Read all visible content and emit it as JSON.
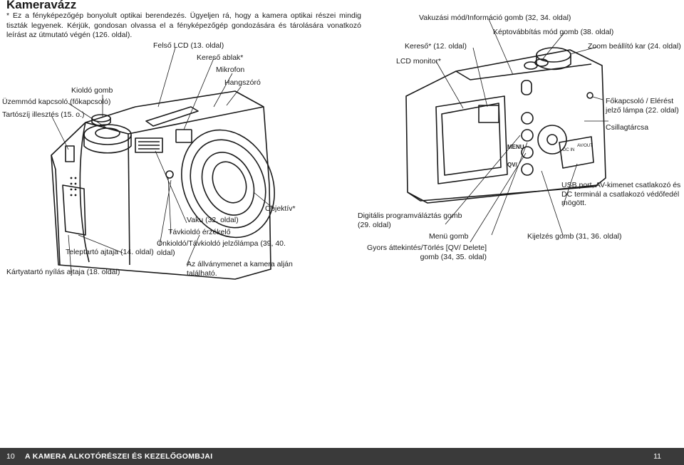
{
  "heading": "Kameravázz",
  "intro_note": "* Ez a fényképezőgép bonyolult optikai berendezés. Ügyeljen rá, hogy a kamera optikai részei mindig tiszták legyenek. Kérjük, gondosan olvassa el a fényképezőgép gondozására és tárolására vonatkozó leírást az útmutató végén (126. oldal).",
  "front": {
    "felso_lcd": "Felső LCD (13. oldal)",
    "kereso_ablak": "Kereső ablak*",
    "mikrofon": "Mikrofon",
    "hangszoro": "Hangszóró",
    "kioldo": "Kioldó gomb",
    "uzemmod": "Üzemmód kapcsoló (főkapcsoló)",
    "tartoszij": "Tartószíj illesztés (15. o.)",
    "objektiv": "Objektív*",
    "vaku": "Vaku (32. oldal)",
    "tavkioldo_erzekelo": "Távkioldó érzékelő",
    "onkioldo": "Önkioldó/Távkioldó jelzőlámpa (39, 40. oldal)",
    "teleptarto": "Teleptartó ajtaja (14. oldal)",
    "kartyatarto": "Kártyatartó nyílás ajtaja (18. oldal)",
    "allvanymenet": "Az állványmenet a kamera alján található."
  },
  "back": {
    "vakuzasi": "Vakuzási mód/Információ gomb (32, 34. oldal)",
    "keptovabbitas": "Képtovábbítás mód gomb (38. oldal)",
    "kereso": "Kereső* (12. oldal)",
    "zoom": "Zoom beállító kar (24. oldal)",
    "lcd_monitor": "LCD monitor*",
    "fokapcsolo": "Főkapcsoló / Elérést jelző lámpa (22. oldal)",
    "csillagtarcsa": "Csillagtárcsa",
    "usb": "USB port, AV-kimenet csatlakozó és DC terminál a csatlakozó védőfedél mögött.",
    "digitalis": "Digitális programváláztás gomb (29. oldal)",
    "menu": "Menü gomb",
    "kijelzes": "Kijelzés gomb (31, 36. oldal)",
    "gyors": "Gyors áttekintés/Törlés [QV/ Delete] gomb (34, 35. oldal)"
  },
  "body_marks": {
    "menu": "MENU",
    "qv": "QV/",
    "dc_in": "DC IN",
    "av_out": "AV/OUT"
  },
  "footer": {
    "page_left": "10",
    "section": "A KAMERA ALKOTÓRÉSZEI ÉS KEZELŐGOMBJAI",
    "page_right": "11"
  },
  "colors": {
    "footer_bg": "#3a3a3a",
    "line": "#1a1a1a"
  }
}
